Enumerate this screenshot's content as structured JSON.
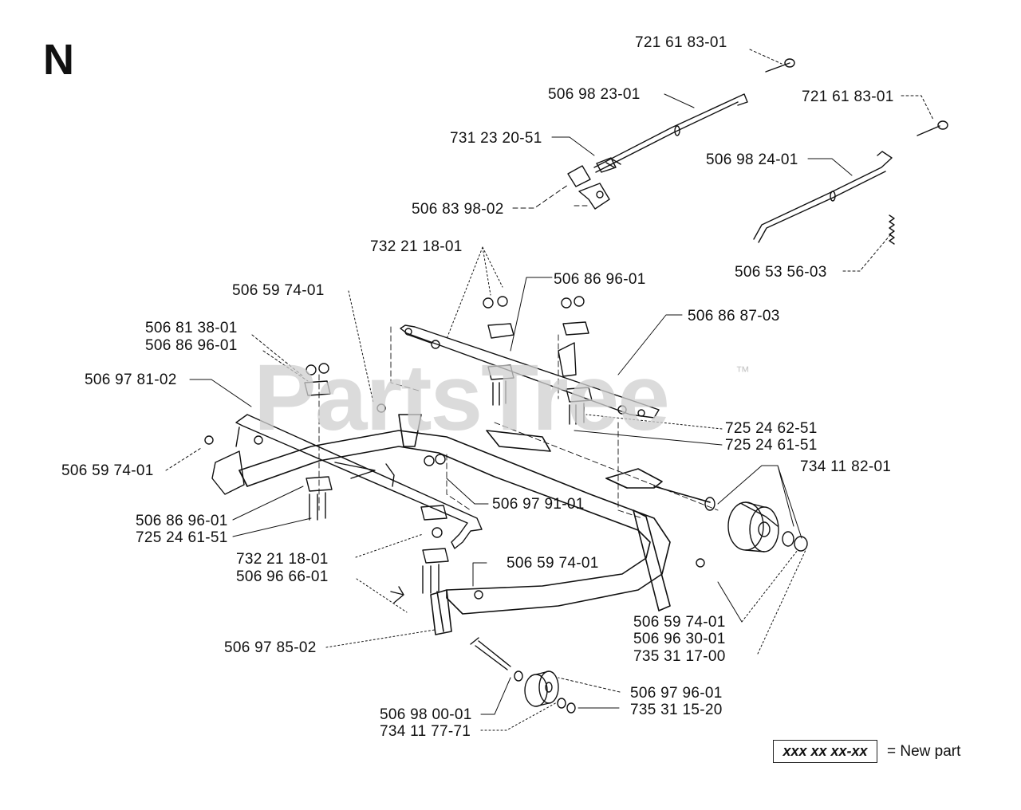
{
  "section_letter": "N",
  "watermark": {
    "text": "PartsTree",
    "tm": "™"
  },
  "legend": {
    "code": "xxx xx xx-xx",
    "text": "= New part"
  },
  "labels": [
    "721 61 83-01",
    "506 98 23-01",
    "721 61 83-01",
    "731 23 20-51",
    "506 98 24-01",
    "506 83 98-02",
    "732 21 18-01",
    "506 53 56-03",
    "506 59 74-01",
    "506 86 96-01",
    "506 86 87-03",
    "506 81 38-01",
    "506 86 96-01",
    "506 97 81-02",
    "725 24 62-51",
    "725 24 61-51",
    "506 59 74-01",
    "734 11 82-01",
    "506 97 91-01",
    "506 86 96-01",
    "725 24 61-51",
    "732 21 18-01",
    "506 59 74-01",
    "506 96 66-01",
    "506 59 74-01",
    "506 96 30-01",
    "735 31 17-00",
    "506 97 85-02",
    "506 97 96-01",
    "735 31 15-20",
    "506 98 00-01",
    "734 11 77-71"
  ]
}
